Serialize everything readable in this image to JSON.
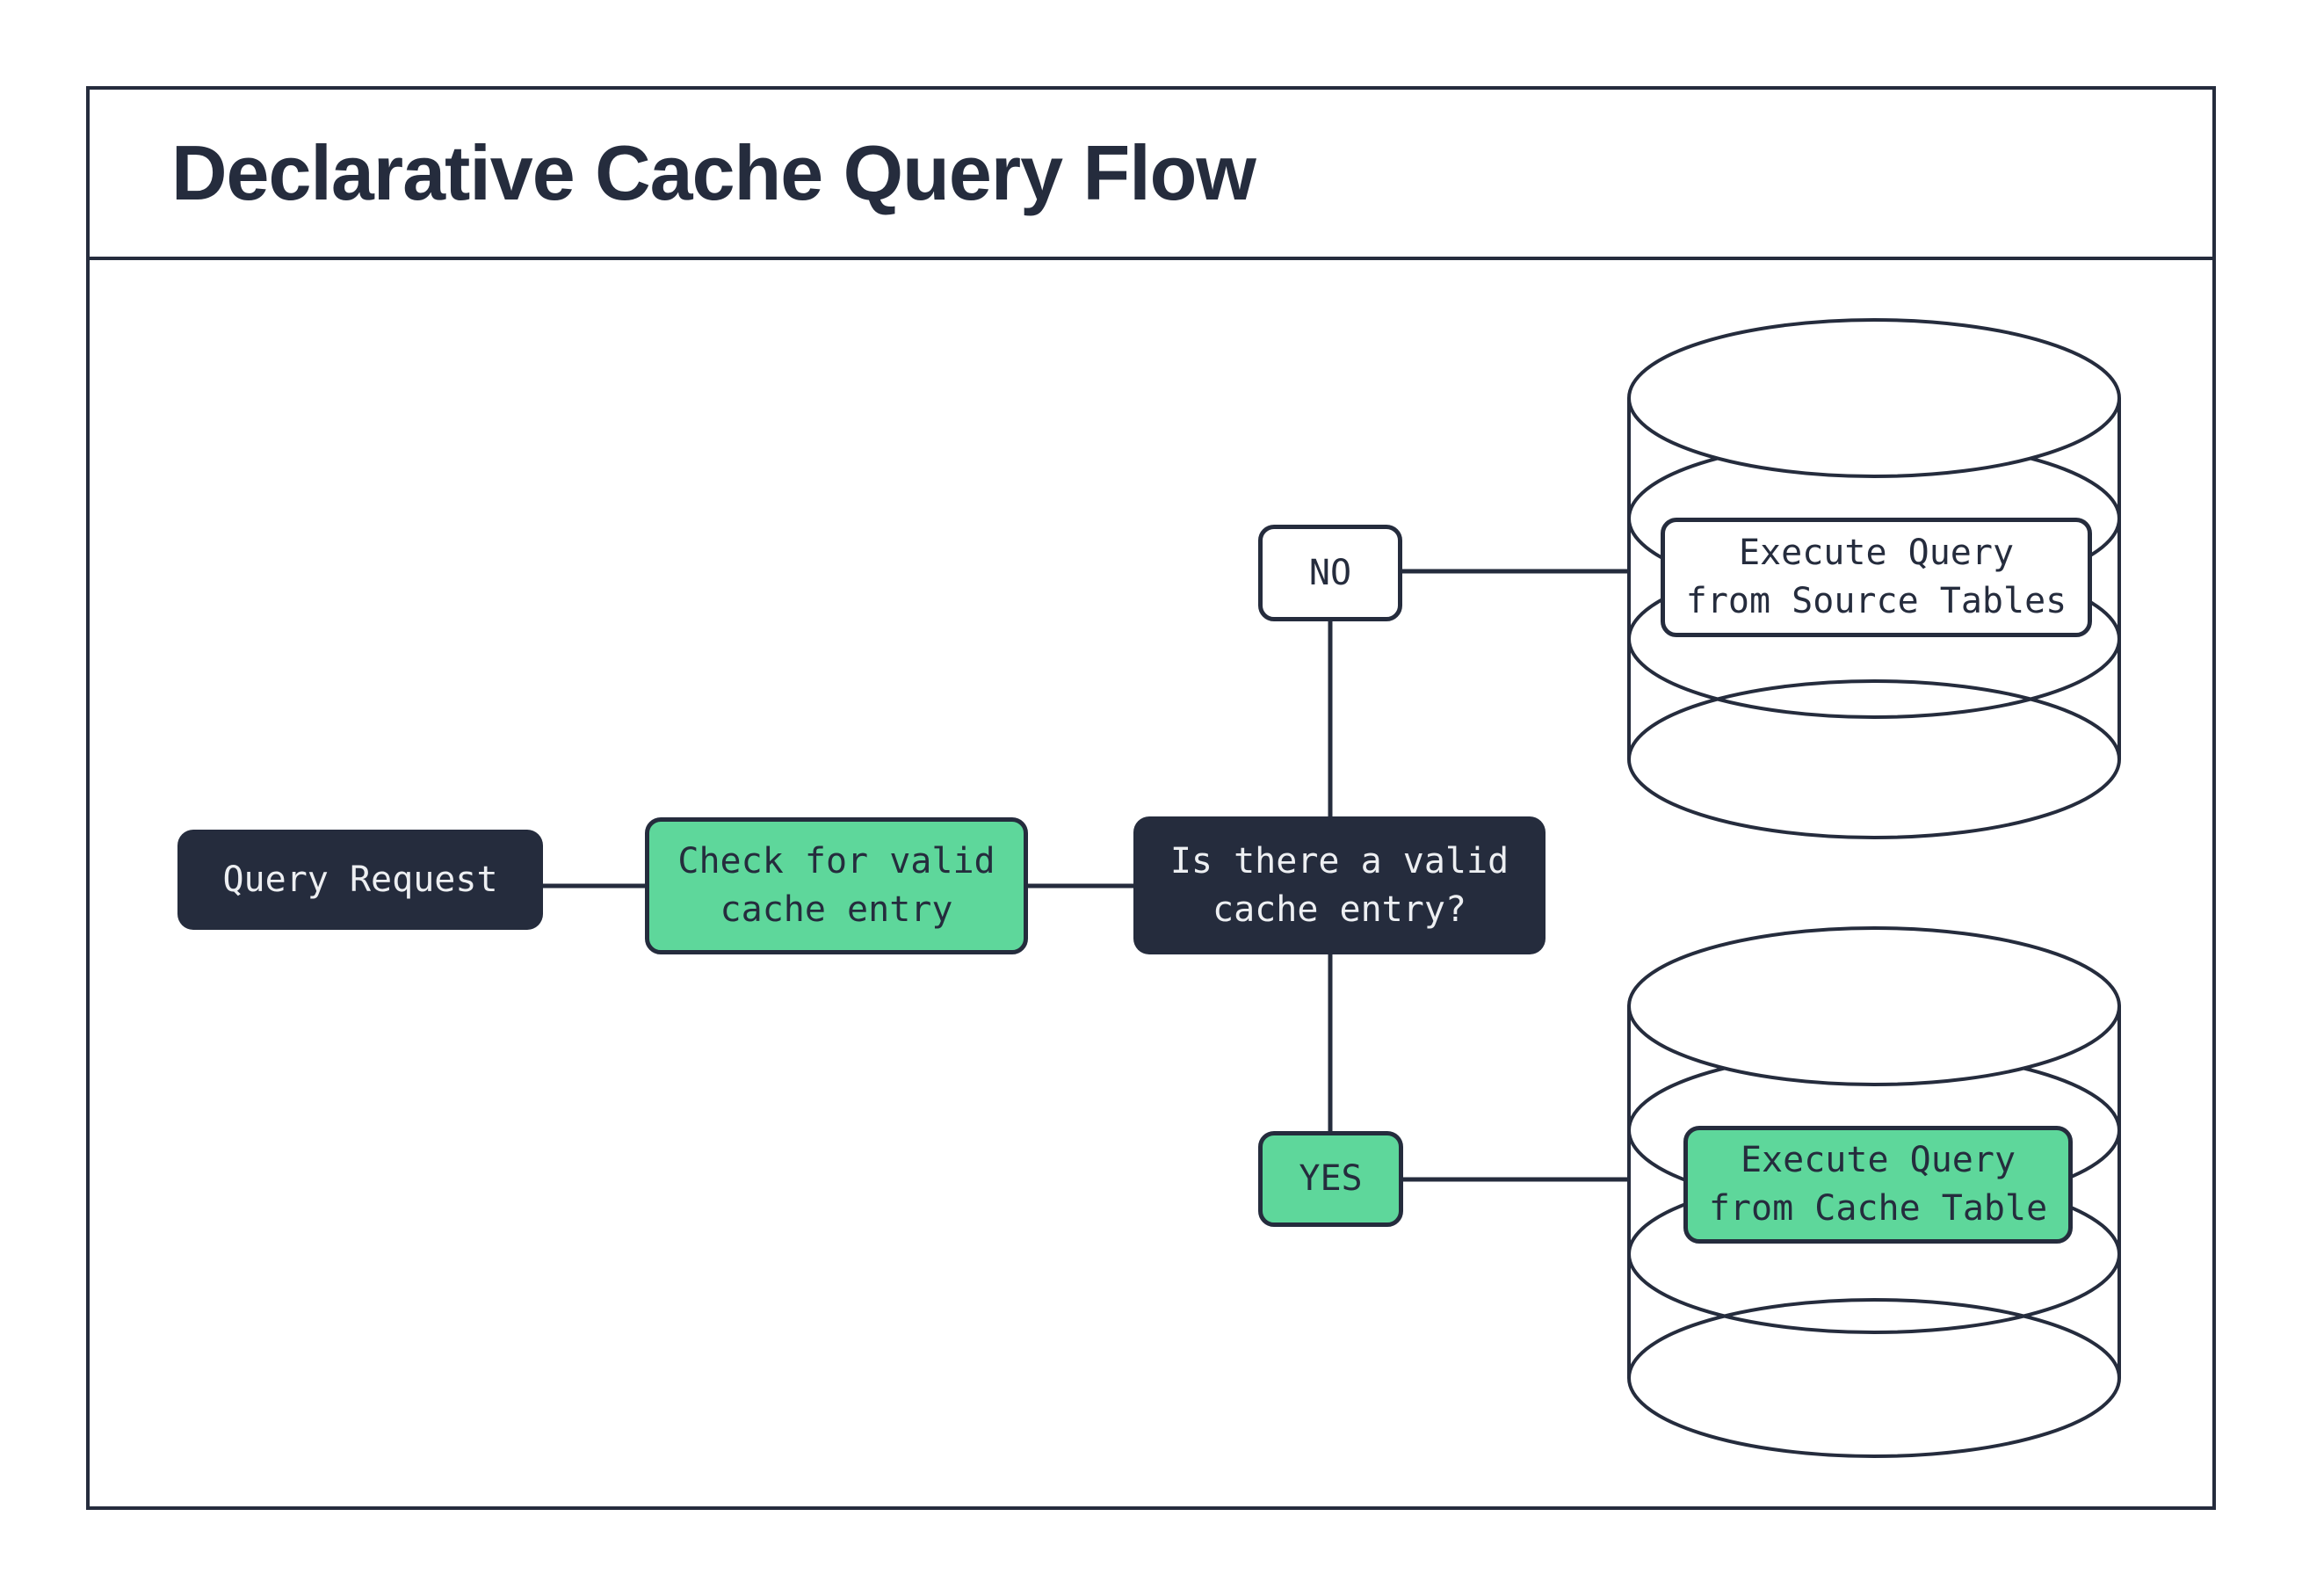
{
  "title": "Declarative Cache Query Flow",
  "nodes": {
    "query_request": {
      "label": "Query Request"
    },
    "check_cache": {
      "label": "Check for valid\ncache entry"
    },
    "decision": {
      "label": "Is there a valid\ncache entry?"
    },
    "no_branch": {
      "label": "NO"
    },
    "yes_branch": {
      "label": "YES"
    },
    "source_db": {
      "label": "Execute Query\nfrom Source Tables"
    },
    "cache_db": {
      "label": "Execute Query\nfrom Cache Table"
    }
  },
  "icons": {
    "source_database": "database-cylinder",
    "cache_database": "database-cylinder"
  },
  "colors": {
    "ink": "#252C3D",
    "green": "#5ED79B",
    "paper": "#FFFFFF",
    "light_text": "#EDEFF2"
  }
}
